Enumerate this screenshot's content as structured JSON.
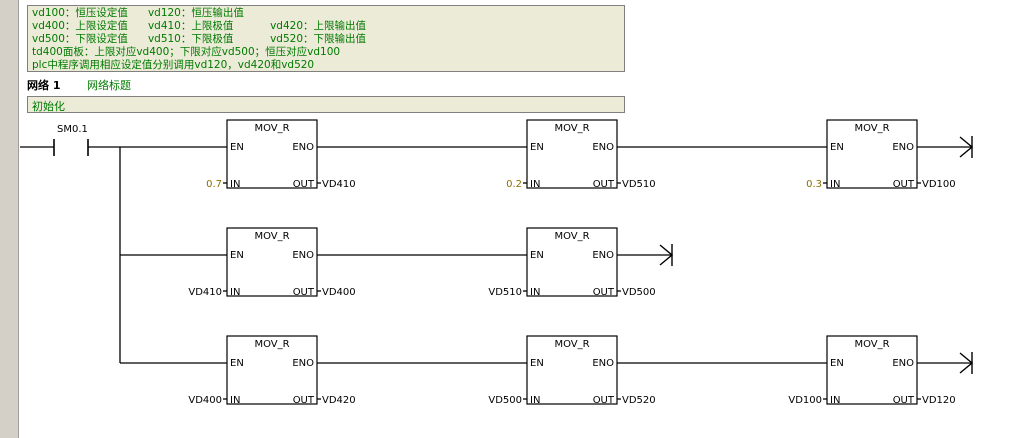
{
  "comment_lines": [
    "vd100：恒压设定值      vd120：恒压输出值",
    "vd400：上限设定值      vd410：上限极值           vd420：上限输出值",
    "vd500：下限设定值      vd510：下限极值           vd520：下限输出值",
    "td400面板：上限对应vd400；下限对应vd500；恒压对应vd100",
    "plc中程序调用相应设定值分别调用vd120，vd420和vd520"
  ],
  "network": {
    "number": "网络 1",
    "title": "网络标题",
    "comment": "初始化"
  },
  "contact": {
    "label": "SM0.1"
  },
  "pin_labels": {
    "en": "EN",
    "eno": "ENO",
    "in": "IN",
    "out": "OUT"
  },
  "blocks": [
    {
      "name": "MOV_R",
      "in": "0.7",
      "out": "VD410",
      "in_constant": true
    },
    {
      "name": "MOV_R",
      "in": "0.2",
      "out": "VD510",
      "in_constant": true
    },
    {
      "name": "MOV_R",
      "in": "0.3",
      "out": "VD100",
      "in_constant": true
    },
    {
      "name": "MOV_R",
      "in": "VD410",
      "out": "VD400",
      "in_constant": false
    },
    {
      "name": "MOV_R",
      "in": "VD510",
      "out": "VD500",
      "in_constant": false
    },
    {
      "name": "MOV_R",
      "in": "VD400",
      "out": "VD420",
      "in_constant": false
    },
    {
      "name": "MOV_R",
      "in": "VD500",
      "out": "VD520",
      "in_constant": false
    },
    {
      "name": "MOV_R",
      "in": "VD100",
      "out": "VD120",
      "in_constant": false
    }
  ],
  "colors": {
    "wire": "#000000",
    "constant": "#8a6d00",
    "comment_text": "#007a00",
    "comment_bg": "#ecebd8"
  }
}
